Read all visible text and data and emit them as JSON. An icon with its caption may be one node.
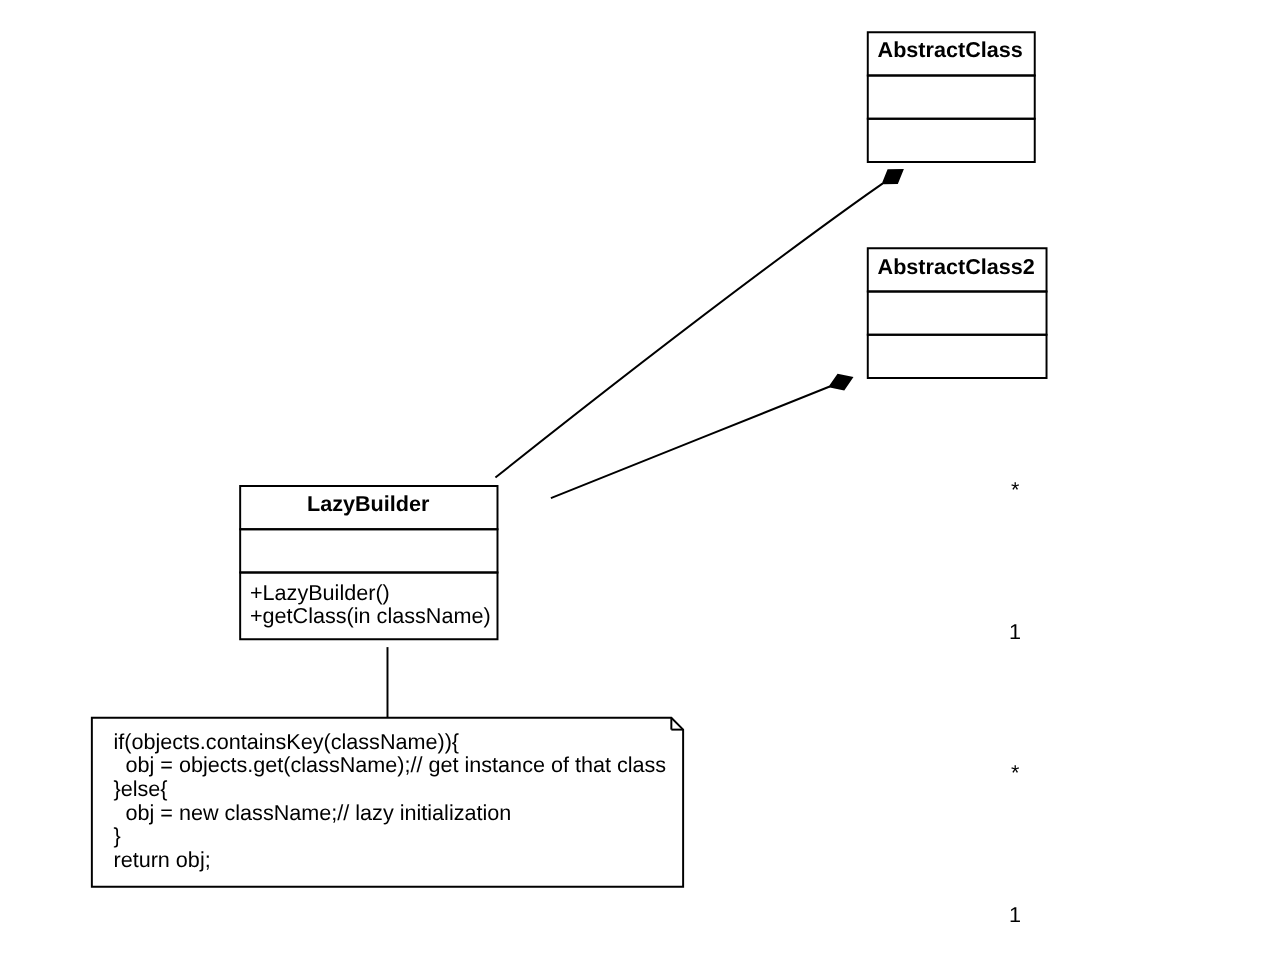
{
  "diagram": {
    "nodes": [
      {
        "text": [
          "LazyBuilder",
          "+LazyBuilder()",
          "+getClass(in className)"
        ]
      },
      {
        "text": [
          "AbstractClass"
        ]
      },
      {
        "text": [
          "AbstractClass2"
        ]
      },
      {
        "text": [
          "if(objects.containsKey(className)){",
          "   obj = objects.get(className);// get instance of that class",
          "}else{",
          "   obj = new className;// lazy initialization",
          "}",
          "return obj;"
        ]
      }
    ],
    "edges": [
      {
        "from": 0,
        "to": 1,
        "arrow": "other"
      },
      {
        "from": 0,
        "to": 2,
        "arrow": "other"
      },
      {
        "from": 0,
        "to": 3,
        "arrow": "none"
      }
    ],
    "labels": [
      "*",
      "1",
      "*",
      "1"
    ]
  }
}
